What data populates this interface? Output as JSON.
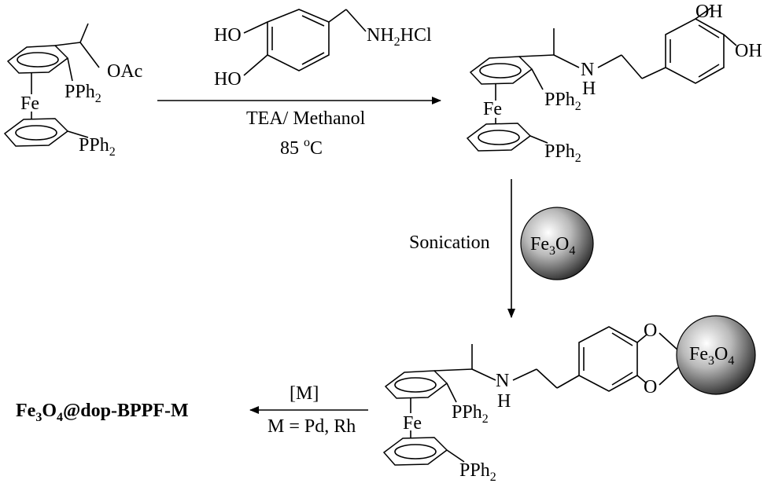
{
  "reagent": {
    "ho_top": "HO",
    "ho_bottom": "HO",
    "amine_salt_a": "NH",
    "amine_salt_sub": "2",
    "amine_salt_b": "HCl"
  },
  "step1": {
    "conditions_line1": "TEA/ Methanol",
    "temp_value": "85 ",
    "temp_sup": "o",
    "temp_unit": "C"
  },
  "start_material": {
    "oac": "OAc",
    "fe": "Fe",
    "pph2_upper": "PPh",
    "pph2_lower": "PPh",
    "pph2_sub": "2"
  },
  "product1": {
    "n": "N",
    "h": "H",
    "fe": "Fe",
    "oh_top": "OH",
    "oh_right": "OH",
    "pph2_upper": "PPh",
    "pph2_lower": "PPh",
    "pph2_sub": "2"
  },
  "step2": {
    "label": "Sonication",
    "particle_a": "Fe",
    "particle_sub1": "3",
    "particle_b": "O",
    "particle_sub2": "4"
  },
  "product2": {
    "n": "N",
    "h": "H",
    "fe": "Fe",
    "o_top": "O",
    "o_bottom": "O",
    "pph2_upper": "PPh",
    "pph2_lower": "PPh",
    "pph2_sub": "2",
    "particle_a": "Fe",
    "particle_sub1": "3",
    "particle_b": "O",
    "particle_sub2": "4"
  },
  "step3": {
    "reagent": "[M]",
    "metals": "M = Pd, Rh"
  },
  "final_product": {
    "a": "Fe",
    "sub1": "3",
    "b": "O",
    "sub2": "4",
    "c": "@dop-BPPF-M"
  }
}
